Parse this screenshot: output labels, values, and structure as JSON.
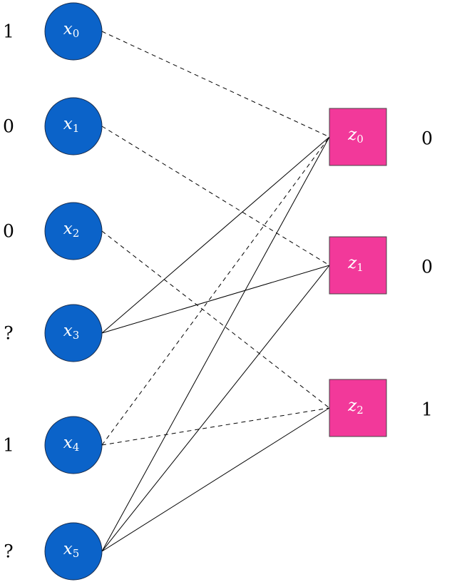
{
  "variables": [
    {
      "id": "x0",
      "base": "x",
      "sub": "0",
      "value": "1"
    },
    {
      "id": "x1",
      "base": "x",
      "sub": "1",
      "value": "0"
    },
    {
      "id": "x2",
      "base": "x",
      "sub": "2",
      "value": "0"
    },
    {
      "id": "x3",
      "base": "x",
      "sub": "3",
      "value": "?"
    },
    {
      "id": "x4",
      "base": "x",
      "sub": "4",
      "value": "1"
    },
    {
      "id": "x5",
      "base": "x",
      "sub": "5",
      "value": "?"
    }
  ],
  "checks": [
    {
      "id": "z0",
      "base": "z",
      "sub": "0",
      "value": "0"
    },
    {
      "id": "z1",
      "base": "z",
      "sub": "1",
      "value": "0"
    },
    {
      "id": "z2",
      "base": "z",
      "sub": "2",
      "value": "1"
    }
  ],
  "edges": [
    {
      "from": "x0",
      "to": "z0",
      "style": "dashed"
    },
    {
      "from": "x1",
      "to": "z1",
      "style": "dashed"
    },
    {
      "from": "x2",
      "to": "z2",
      "style": "dashed"
    },
    {
      "from": "x3",
      "to": "z0",
      "style": "solid"
    },
    {
      "from": "x3",
      "to": "z1",
      "style": "solid"
    },
    {
      "from": "x4",
      "to": "z0",
      "style": "dashed"
    },
    {
      "from": "x4",
      "to": "z2",
      "style": "dashed"
    },
    {
      "from": "x5",
      "to": "z0",
      "style": "solid"
    },
    {
      "from": "x5",
      "to": "z1",
      "style": "solid"
    },
    {
      "from": "x5",
      "to": "z2",
      "style": "solid"
    }
  ],
  "colors": {
    "variable_fill": "#0b63c9",
    "check_fill": "#f2399a"
  }
}
